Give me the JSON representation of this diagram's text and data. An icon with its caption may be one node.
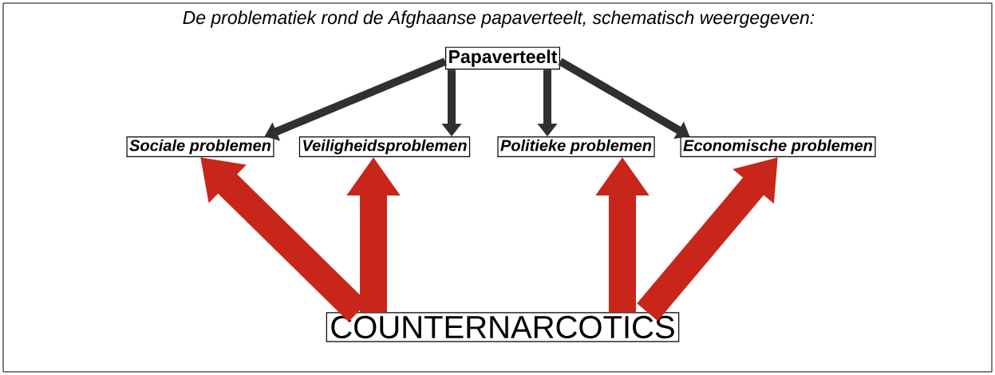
{
  "diagram": {
    "title": "De problematiek rond de Afghaanse papaverteelt, schematisch weergegeven:",
    "nodes": [
      {
        "text": [
          "Papaverteelt"
        ]
      },
      {
        "text": [
          "Sociale problemen"
        ]
      },
      {
        "text": [
          "Veiligheidsproblemen"
        ]
      },
      {
        "text": [
          "Politieke problemen"
        ]
      },
      {
        "text": [
          "Economische problemen"
        ]
      },
      {
        "text": [
          "COUNTERNARCOTICS"
        ]
      }
    ],
    "edges": [
      {
        "from": 0,
        "to": 1,
        "arrow": "to"
      },
      {
        "from": 0,
        "to": 2,
        "arrow": "to"
      },
      {
        "from": 0,
        "to": 3,
        "arrow": "to"
      },
      {
        "from": 0,
        "to": 4,
        "arrow": "to"
      },
      {
        "from": 5,
        "to": 1,
        "arrow": "to",
        "style": "thick",
        "color": "#c8261a"
      },
      {
        "from": 5,
        "to": 2,
        "arrow": "to",
        "style": "thick",
        "color": "#c8261a"
      },
      {
        "from": 5,
        "to": 3,
        "arrow": "to",
        "style": "thick",
        "color": "#c8261a"
      },
      {
        "from": 5,
        "to": 4,
        "arrow": "to",
        "style": "thick",
        "color": "#c8261a"
      }
    ]
  }
}
